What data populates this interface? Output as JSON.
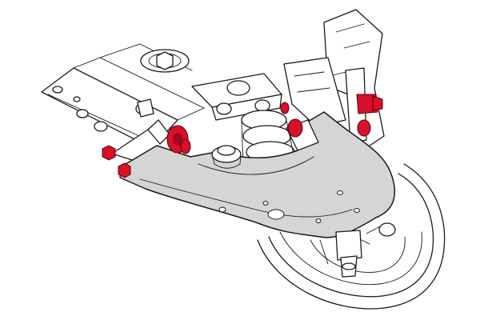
{
  "colors": {
    "highlight": "#d8102a",
    "arm_fill": "#d5d5d5",
    "line": "#1a1a1a",
    "background": "#ffffff"
  },
  "highlighted_parts": [
    "left-pivot-nut",
    "left-bushing-front",
    "left-bushing-rear",
    "right-bushing",
    "right-pivot-bolt"
  ]
}
